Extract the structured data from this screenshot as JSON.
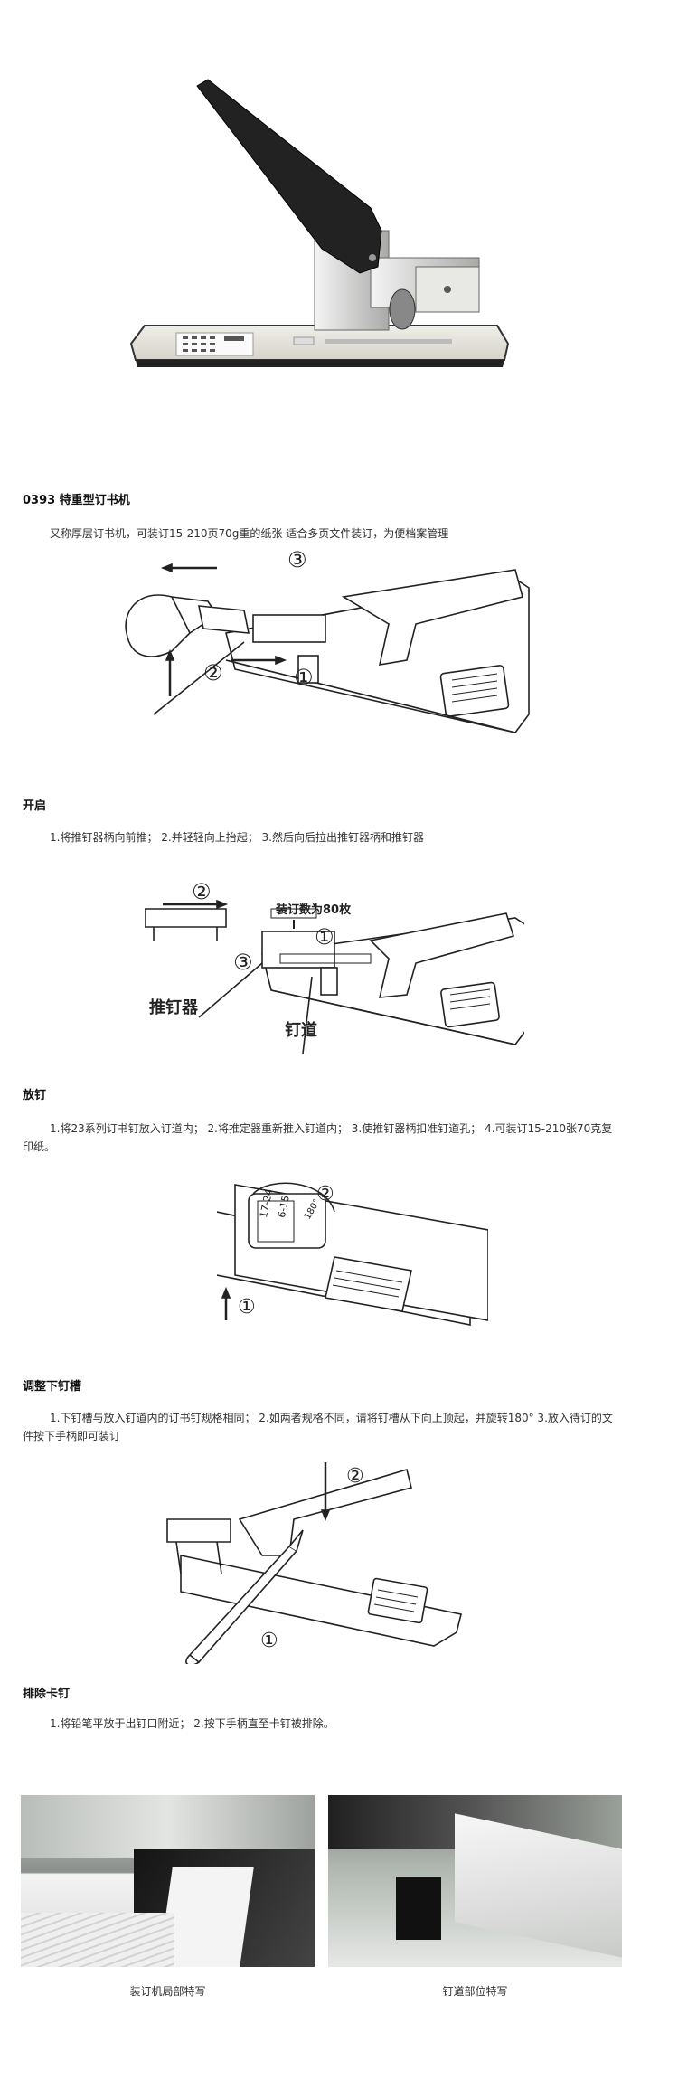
{
  "product": {
    "title": "0393 特重型订书机",
    "description": "又称厚层订书机，可装订15-210页70g重的纸张 适合多页文件装订，为便档案管理"
  },
  "sections": [
    {
      "heading": "开启",
      "text": "1.将推钉器柄向前推； 2.并轻轻向上抬起； 3.然后向后拉出推钉器柄和推钉器"
    },
    {
      "heading": "放钉",
      "text": "1.将23系列订书钉放入订道内； 2.将推定器重新推入钉道内； 3.使推钉器柄扣准钉道孔； 4.可装订15-210张70克复印纸。"
    },
    {
      "heading": "调整下钉槽",
      "text": "1.下钉槽与放入钉道内的订书钉规格相同； 2.如两者规格不同，请将钉槽从下向上顶起，并旋转180° 3.放入待订的文件按下手柄即可装订"
    },
    {
      "heading": "排除卡钉",
      "text": "1.将铅笔平放于出钉口附近； 2.按下手柄直至卡钉被排除。"
    }
  ],
  "diagram_labels": {
    "n1": "①",
    "n2": "②",
    "n3": "③",
    "capacity": "装订数为80枚",
    "pusher": "推钉器",
    "channel": "钉道",
    "rotate": "180°",
    "clinch_a": "17-24",
    "clinch_b": "6-15"
  },
  "photo_captions": {
    "left": "装订机局部特写",
    "right": "钉道部位特写"
  }
}
